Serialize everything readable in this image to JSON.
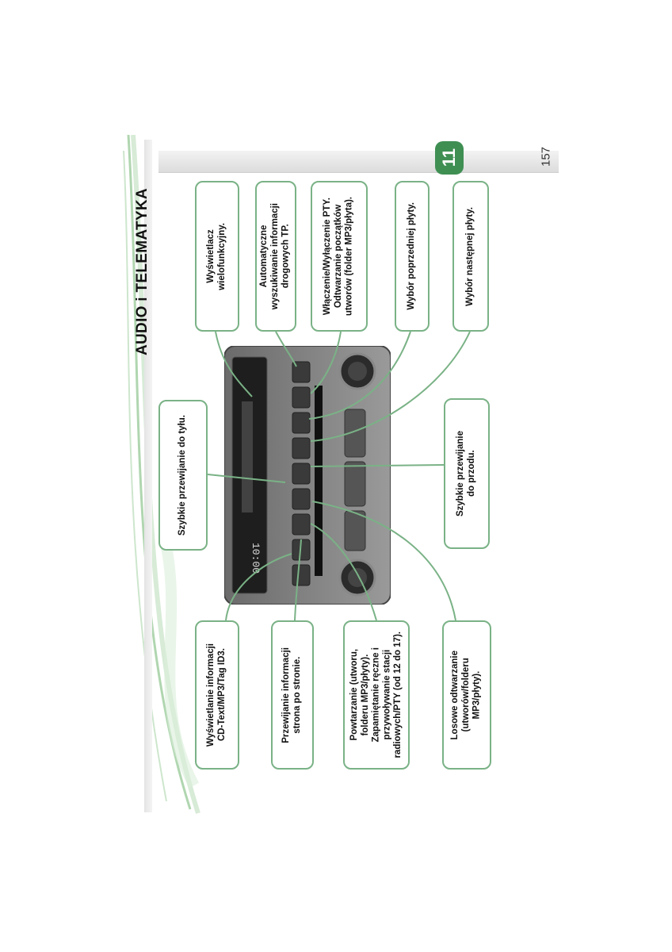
{
  "page": {
    "section_title": "AUDIO i TELEMATYKA",
    "chapter_number": "11",
    "page_number": "157"
  },
  "radio_display": {
    "clock": "10:00"
  },
  "callouts": {
    "display": "Wyświetlacz\nwielofunkcyjny.",
    "tp": "Automatyczne\nwyszukiwanie informacji\ndrogowych TP.",
    "pty": "Włączenie/Wyłączenie PTY.\nOdtwarzanie początków\nutworów (folder MP3/płyta).",
    "prev_disc": "Wybór poprzedniej płyty.",
    "next_disc": "Wybór następnej płyty.",
    "rewind": "Szybkie przewijanie do tyłu.",
    "forward": "Szybkie przewijanie\ndo przodu.",
    "cdtext": "Wyświetlanie informacji\nCD-Text/MP3/Tag ID3.",
    "scroll_info": "Przewijanie informacji\nstrona po stronie.",
    "repeat": "Powtarzanie (utworu,\nfolderu MP3/płyty).\nZapamiętanie ręczne i\nprzywoływanie stacji\nradiowych/PTY (od 12 do 17).",
    "random": "Losowe odtwarzanie\n(utworów/folderu\nMP3/płyty)."
  },
  "colors": {
    "accent_green": "#3f8f53",
    "callout_border": "#7ab286"
  }
}
